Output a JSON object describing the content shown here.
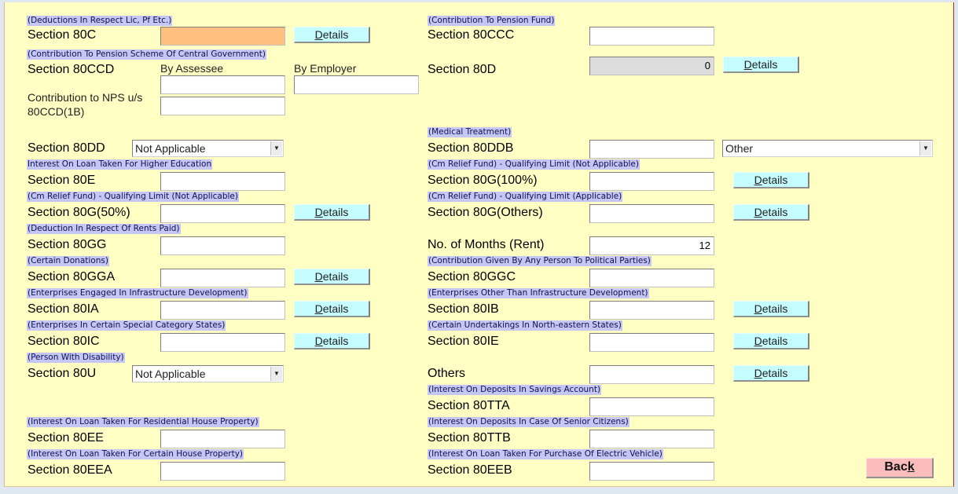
{
  "details_label": "Details",
  "back_label": "Back",
  "back_accel": "k",
  "colors": {
    "panel": "#ffffc4",
    "hint": "#c6c6f4",
    "details": "#c4fcff",
    "back": "#fbbcbc",
    "highlight_input": "#ffc080"
  },
  "sec80c": {
    "hint": "(Deductions In Respect Lic, Pf Etc.)",
    "label": "Section 80C",
    "value": ""
  },
  "sec80ccd": {
    "hint": "(Contribution To Pension Scheme Of Central Government)",
    "label": "Section 80CCD",
    "by_assessee_label": "By Assessee",
    "by_employer_label": "By Employer",
    "by_assessee": "",
    "by_employer": "",
    "nps_label_1": "Contribution to NPS u/s",
    "nps_label_2": "80CCD(1B)",
    "nps_value": ""
  },
  "sec80ccc": {
    "hint": "(Contribution To Pension Fund)",
    "label": "Section 80CCC",
    "value": ""
  },
  "sec80d": {
    "label": "Section 80D",
    "value": "0"
  },
  "left_rows": [
    {
      "label": "Section 80DD",
      "hint": "",
      "select": "Not Applicable"
    },
    {
      "label": "Section 80E",
      "hint": "Interest On Loan Taken For Higher Education",
      "value": ""
    },
    {
      "label": "Section 80G(50%)",
      "hint": "(Cm Relief Fund) - Qualifying Limit (Not Applicable)",
      "value": "",
      "details": true
    },
    {
      "label": "Section 80GG",
      "hint": "(Deduction In Respect Of Rents Paid)",
      "value": ""
    },
    {
      "label": "Section 80GGA",
      "hint": "(Certain Donations)",
      "value": "",
      "details": true
    },
    {
      "label": "Section 80IA",
      "hint": "(Enterprises Engaged In Infrastructure Development)",
      "value": "",
      "details": true
    },
    {
      "label": "Section 80IC",
      "hint": "(Enterprises In Certain Special Category States)",
      "value": "",
      "details": true
    },
    {
      "label": "Section 80U",
      "hint": "(Person With Disability)",
      "select": "Not Applicable"
    },
    null,
    {
      "label": "Section 80EE",
      "hint": "(Interest On Loan Taken For Residential House Property)",
      "value": ""
    },
    {
      "label": "Section 80EEA",
      "hint": "(Interest On Loan Taken For Certain House Property)",
      "value": ""
    }
  ],
  "right_rows": [
    {
      "label": "Section 80DDB",
      "hint": "(Medical Treatment)",
      "value": "",
      "select": "Other"
    },
    {
      "label": "Section 80G(100%)",
      "hint": "(Cm Relief Fund) - Qualifying Limit (Not Applicable)",
      "value": "",
      "details": true
    },
    {
      "label": "Section 80G(Others)",
      "hint": "(Cm Relief Fund) - Qualifying Limit (Applicable)",
      "value": "",
      "details": true
    },
    {
      "label": "No. of Months (Rent)",
      "hint": "",
      "value": "12"
    },
    {
      "label": "Section 80GGC",
      "hint": "(Contribution Given By Any Person To Political Parties)",
      "value": ""
    },
    {
      "label": "Section 80IB",
      "hint": "(Enterprises Other Than Infrastructure Development)",
      "value": "",
      "details": true
    },
    {
      "label": "Section 80IE",
      "hint": "(Certain Undertakings In North-eastern States)",
      "value": "",
      "details": true
    },
    {
      "label": "Others",
      "hint": "",
      "value": "",
      "details": true
    },
    {
      "label": "Section 80TTA",
      "hint": "(Interest On Deposits In Savings Account)",
      "value": ""
    },
    {
      "label": "Section 80TTB",
      "hint": "(Interest On Deposits In Case Of Senior Citizens)",
      "value": ""
    },
    {
      "label": "Section 80EEB",
      "hint": "(Interest On Loan Taken For Purchase Of Electric Vehicle)",
      "value": ""
    }
  ]
}
